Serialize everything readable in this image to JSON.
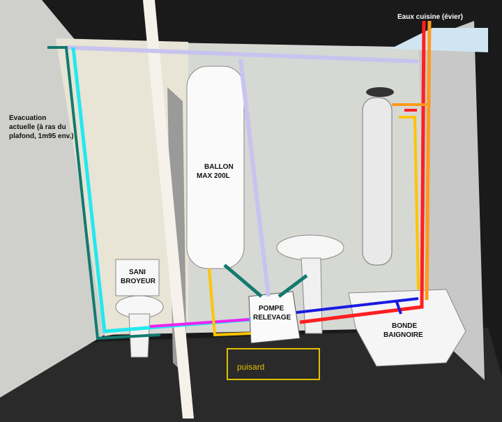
{
  "labels": {
    "evacuation": [
      "Evacuation",
      "actuelle (à ras du",
      "plafond, 1m95 env.)"
    ],
    "eaux_cuisine": "Eaux cuisine (évier)",
    "ballon": [
      "BALLON",
      "MAX 200L"
    ],
    "sanibroyeur": [
      "SANI",
      "BROYEUR"
    ],
    "pompe": [
      "POMPE",
      "RELEVAGE"
    ],
    "bonde": [
      "BONDE",
      "BAIGNOIRE"
    ],
    "puisard": "puisard"
  },
  "colors": {
    "evacuation_pipe": "#137a6e",
    "evacuation_cyan": "#22e8f0",
    "lavender_pipe": "#c9c3f0",
    "red_pipe": "#ff2020",
    "orange_pipe": "#ff9a1a",
    "yellow_pipe": "#ffc400",
    "blue_pipe": "#1a1ae0",
    "magenta_pipe": "#ee22ee",
    "puisard_outline": "#e0c000"
  }
}
